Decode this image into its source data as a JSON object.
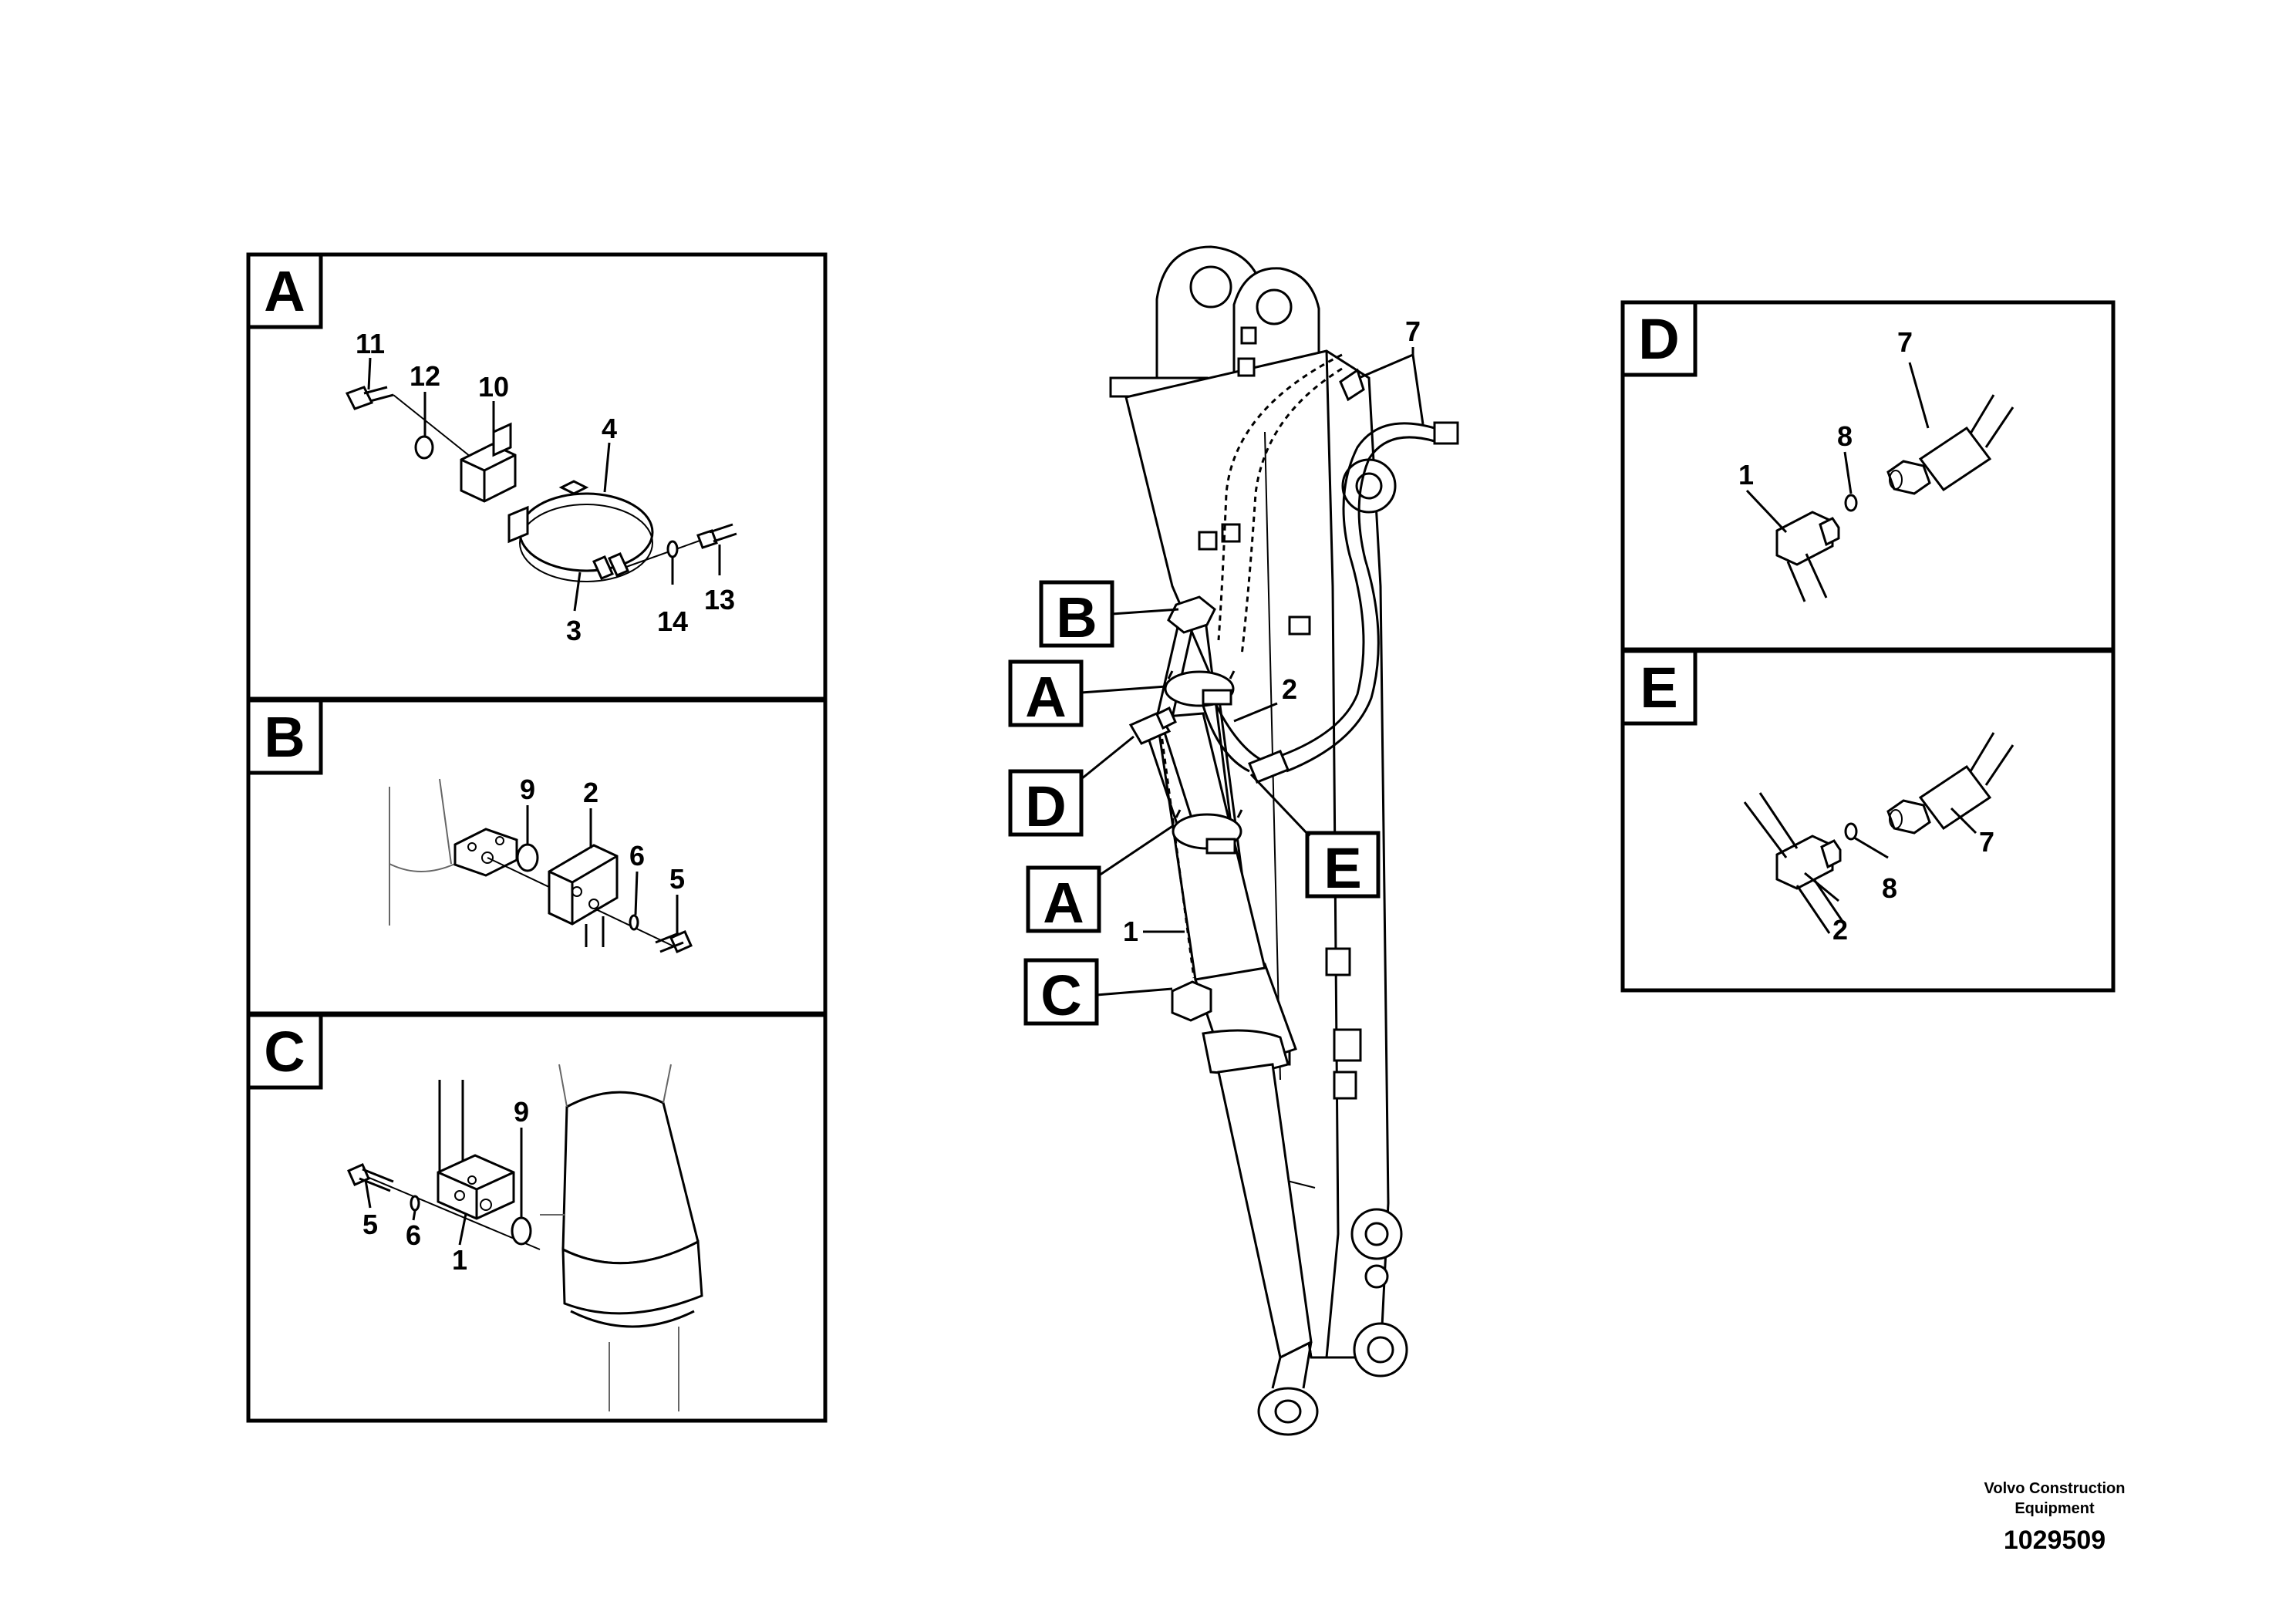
{
  "detail_views": [
    {
      "letter": "A",
      "parts": [
        "11",
        "12",
        "10",
        "4",
        "3",
        "14",
        "13"
      ]
    },
    {
      "letter": "B",
      "parts": [
        "9",
        "2",
        "6",
        "5"
      ]
    },
    {
      "letter": "C",
      "parts": [
        "9",
        "5",
        "6",
        "1"
      ]
    },
    {
      "letter": "D",
      "parts": [
        "7",
        "8",
        "1"
      ]
    },
    {
      "letter": "E",
      "parts": [
        "7",
        "8",
        "2"
      ]
    }
  ],
  "main_view": {
    "callout_tags": [
      "B",
      "A",
      "D",
      "A",
      "C",
      "E"
    ],
    "parts": [
      "7",
      "2",
      "1"
    ]
  },
  "footer": {
    "company_line1": "Volvo Construction",
    "company_line2": "Equipment",
    "drawing_number": "1029509"
  }
}
